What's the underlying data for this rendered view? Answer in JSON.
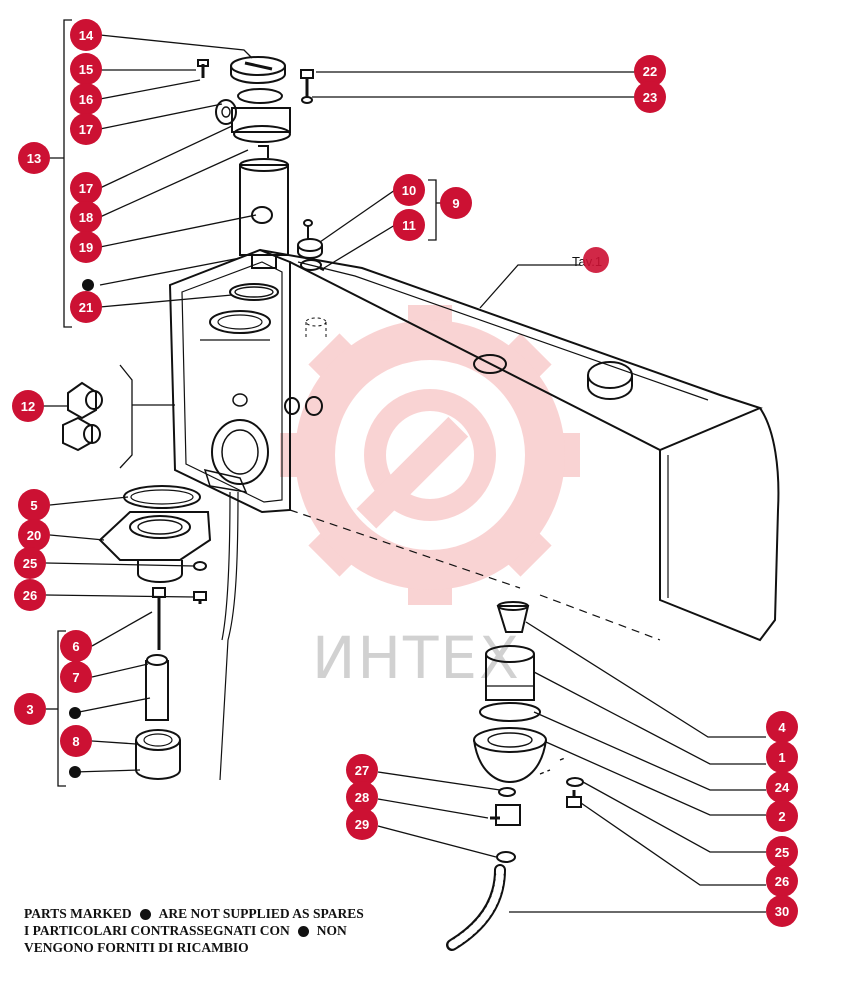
{
  "callouts": {
    "c1": "1",
    "c2": "2",
    "c3": "3",
    "c4": "4",
    "c5": "5",
    "c6": "6",
    "c7": "7",
    "c8": "8",
    "c9": "9",
    "c10": "10",
    "c11": "11",
    "c12": "12",
    "c13": "13",
    "c14": "14",
    "c15": "15",
    "c16": "16",
    "c17a": "17",
    "c17b": "17",
    "c18": "18",
    "c19": "19",
    "c20": "20",
    "c21": "21",
    "c22": "22",
    "c23": "23",
    "c24": "24",
    "c25a": "25",
    "c25b": "25",
    "c26a": "26",
    "c26b": "26",
    "c27": "27",
    "c28": "28",
    "c29": "29",
    "c30": "30"
  },
  "table_ref": "Tav.1",
  "notes": {
    "line1_a": "PARTS MARKED",
    "line1_b": "ARE NOT SUPPLIED AS SPARES",
    "line2_a": "I PARTICOLARI CONTRASSEGNATI CON",
    "line2_b": "NON",
    "line3": "VENGONO FORNITI DI RICAMBIO"
  },
  "watermark": {
    "text": "ИНТЕХ"
  },
  "colors": {
    "callout_fill": "#cc1133",
    "watermark_red": "#e83a3a",
    "line": "#111111"
  }
}
